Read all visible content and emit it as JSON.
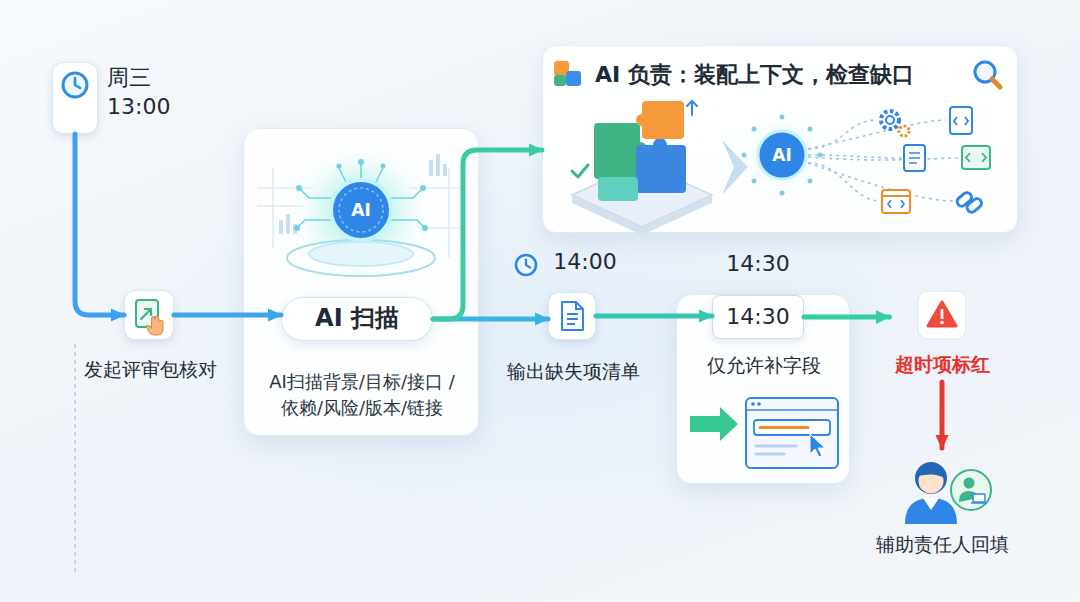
{
  "diagram": {
    "nodes": [
      {
        "text": [
          "周三 13:00"
        ]
      },
      {
        "text": [
          "发起评审包核对"
        ]
      },
      {
        "text": [
          "AI扫描背景/目标/接口 /依赖/风险/版本/链接"
        ]
      },
      {
        "text": [
          "AI 扫描"
        ],
        "in": 2
      },
      {
        "text": [
          "AI 负责：装配上下文，检查缺口"
        ]
      },
      {
        "text": [
          "14:00",
          "输出缺失项清单"
        ]
      },
      {
        "text": [
          "14:30",
          "仅允许补字段"
        ]
      },
      {
        "text": [
          "14:30"
        ],
        "in": 6
      },
      {
        "text": [
          "超时项标红"
        ]
      },
      {
        "text": [
          "辅助责任人回填"
        ]
      }
    ],
    "edges": [
      {
        "from": 0,
        "to": 1,
        "arrow": "to"
      },
      {
        "from": 1,
        "to": 3,
        "arrow": "to"
      },
      {
        "from": 3,
        "to": 5,
        "arrow": "to"
      },
      {
        "from": 3,
        "to": 4,
        "arrow": "to"
      },
      {
        "from": 5,
        "to": 7,
        "arrow": "to"
      },
      {
        "from": 7,
        "to": 8,
        "arrow": "to"
      },
      {
        "from": 8,
        "to": 9,
        "arrow": "to"
      }
    ],
    "labels": [
      "AI",
      "AI"
    ]
  }
}
